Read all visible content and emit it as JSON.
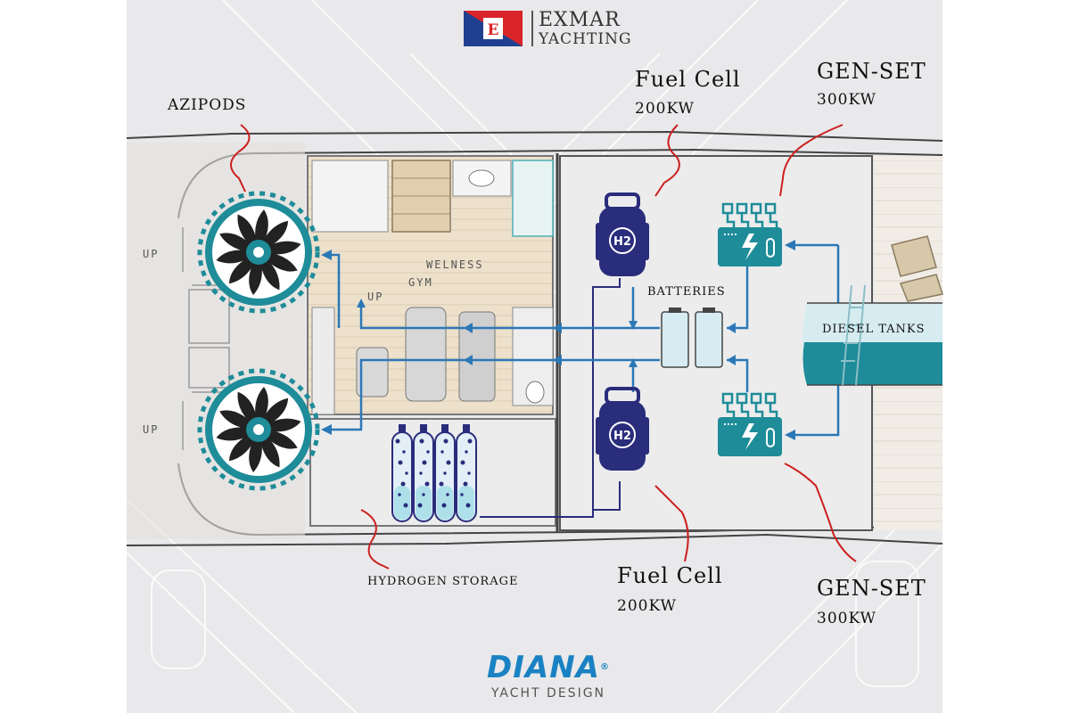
{
  "logos": {
    "exmar_line1": "EXMAR",
    "exmar_line2": "YACHTING",
    "exmar_flag_letter": "E",
    "diana_name": "DIANA",
    "diana_mark": "®",
    "diana_sub": "YACHT DESIGN"
  },
  "labels": {
    "azipods": "AZIPODS",
    "fuel_cell_top_title": "Fuel Cell",
    "fuel_cell_top_power": "200KW",
    "genset_top_title": "GEN-SET",
    "genset_top_power": "300KW",
    "batteries": "BATTERIES",
    "diesel_tanks": "DIESEL TANKS",
    "hydrogen_storage": "HYDROGEN STORAGE",
    "fuel_cell_bottom_title": "Fuel Cell",
    "fuel_cell_bottom_power": "200KW",
    "genset_bottom_title": "GEN-SET",
    "genset_bottom_power": "300KW",
    "h2_symbol": "H2"
  },
  "sketch_text": {
    "welness": "WELNESS",
    "gym": "GYM",
    "up_center": "UP",
    "up_left_top": "UP",
    "up_left_bottom": "UP"
  },
  "colors": {
    "teal": "#1e8c99",
    "navy": "#2a2c7c",
    "flow_blue": "#2b78b7",
    "red_callout": "#cc1f1f",
    "diana_blue": "#1a82c4"
  }
}
